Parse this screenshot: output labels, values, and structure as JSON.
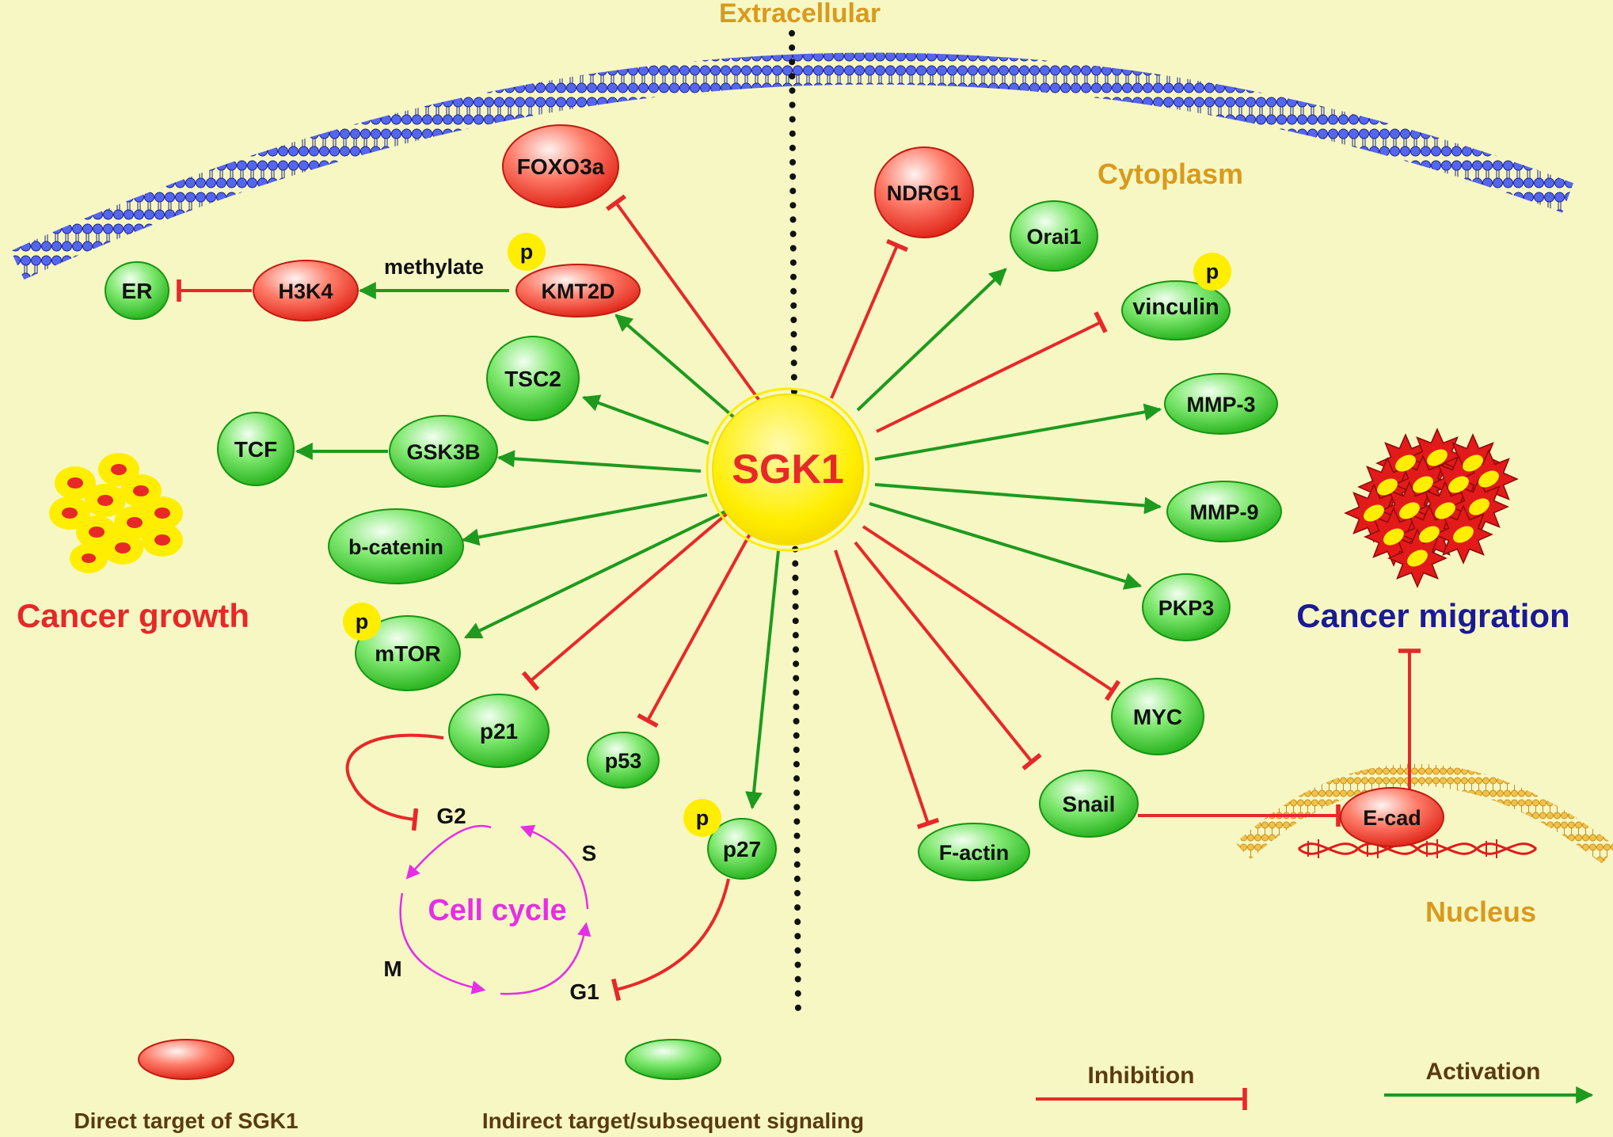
{
  "regions": {
    "extracellular": "Extracellular",
    "cytoplasm": "Cytoplasm",
    "nucleus": "Nucleus"
  },
  "center": {
    "label": "SGK1"
  },
  "nodes": {
    "foxo3a": "FOXO3a",
    "ndrg1": "NDRG1",
    "orai1": "Orai1",
    "vinculin": "vinculin",
    "kmt2d": "KMT2D",
    "h3k4": "H3K4",
    "er": "ER",
    "tsc2": "TSC2",
    "gsk3b": "GSK3B",
    "tcf": "TCF",
    "bcatenin": "b-catenin",
    "mtor": "mTOR",
    "p21": "p21",
    "p53": "p53",
    "p27": "p27",
    "mmp3": "MMP-3",
    "mmp9": "MMP-9",
    "pkp3": "PKP3",
    "myc": "MYC",
    "snail": "Snail",
    "factin": "F-actin",
    "ecad": "E-cad"
  },
  "phospho_badge": "p",
  "edge_labels": {
    "methylate": "methylate"
  },
  "outcomes": {
    "growth": "Cancer growth",
    "migration": "Cancer migration"
  },
  "cell_cycle": {
    "title": "Cell cycle",
    "g2": "G2",
    "s": "S",
    "m": "M",
    "g1": "G1"
  },
  "legend": {
    "direct": "Direct target of SGK1",
    "indirect": "Indirect target/subsequent signaling",
    "inhibition": "Inhibition",
    "activation": "Activation"
  },
  "colors": {
    "background": "#f7f7c4",
    "activation": "#1e9a1e",
    "inhibition": "#e82828",
    "region_label": "#d99a1c",
    "growth_label": "#e62828",
    "migration_label": "#1a1a96",
    "cell_cycle": "#e62ee6",
    "center_fill": "#ffee00",
    "center_text": "#e82828"
  }
}
